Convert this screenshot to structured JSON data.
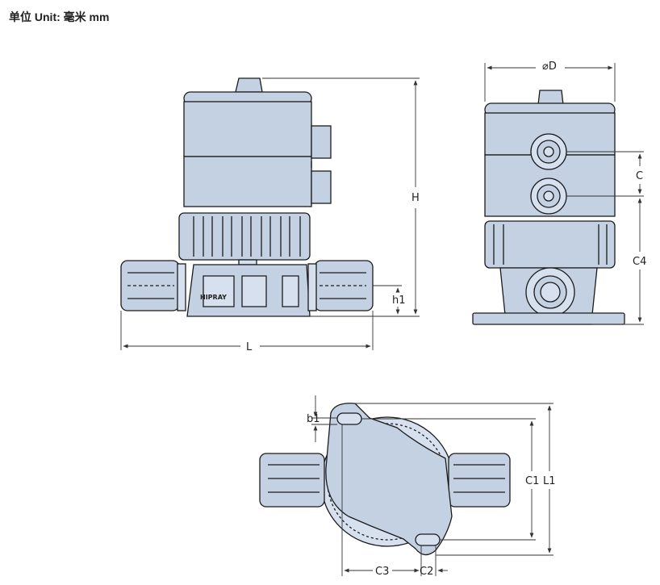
{
  "header": {
    "unit_label": "单位 Unit: 毫米 mm"
  },
  "brand": {
    "logo_text": "HIPRAY"
  },
  "dimensions": {
    "h": "H",
    "l": "L",
    "h1": "h1",
    "d": "⌀D",
    "c": "C",
    "c4": "C4",
    "b1": "b1",
    "c1": "C1",
    "l1": "L1",
    "c3": "C3",
    "c2": "C2"
  },
  "colors": {
    "body_fill": "#c4d1e3",
    "body_fill_light": "#d6e0ee",
    "outline": "#1b1b1b",
    "dim_line": "#333333"
  }
}
